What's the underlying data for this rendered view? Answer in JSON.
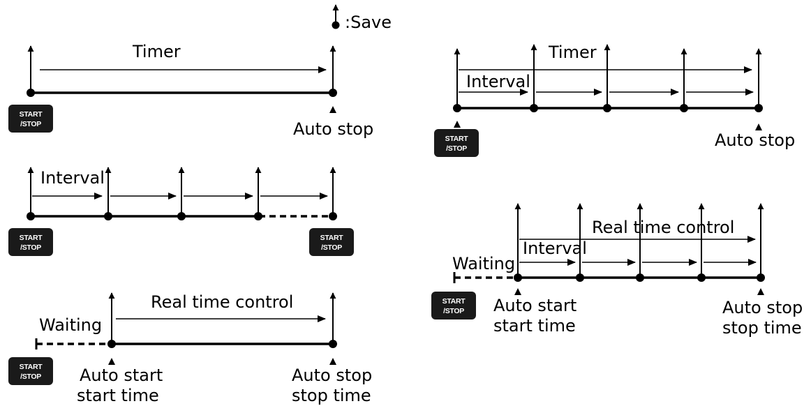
{
  "legend": {
    "save_label": ":Save"
  },
  "button": {
    "line1": "START",
    "line2": "/STOP"
  },
  "labels": {
    "timer": "Timer",
    "interval": "Interval",
    "real_time_control": "Real time control",
    "waiting": "Waiting",
    "auto_stop": "Auto stop",
    "auto_start": "Auto start",
    "start_time": "start time",
    "stop_time": "stop time"
  },
  "colors": {
    "ink": "#000000",
    "button": "#1a1a1a",
    "button_text": "#ffffff",
    "background": "#ffffff"
  }
}
